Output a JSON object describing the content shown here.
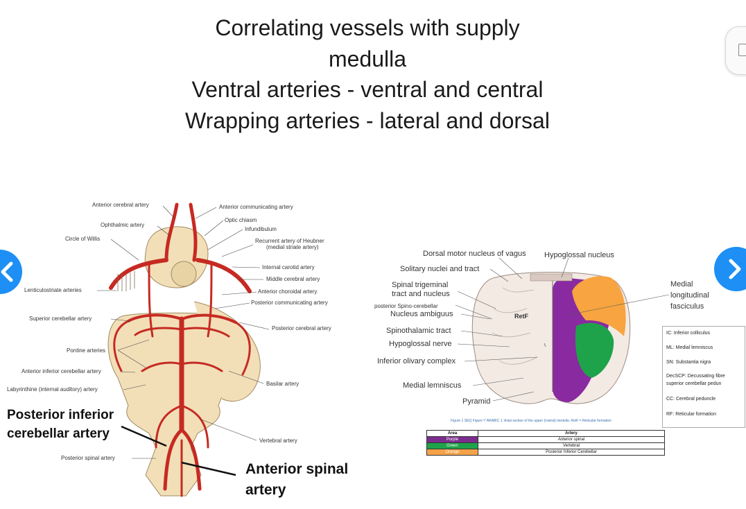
{
  "slide": {
    "title_lines": [
      "Correlating vessels with supply",
      "medulla",
      "Ventral arteries - ventral and central",
      "Wrapping arteries - lateral and dorsal"
    ]
  },
  "brain_diagram": {
    "labels": {
      "anterior_cerebral": "Anterior cerebral artery",
      "anterior_communicating": "Anterior communicating artery",
      "ophthalmic": "Ophthalmic artery",
      "optic_chiasm": "Optic chiasm",
      "infundibulum": "Infundibulum",
      "circle_of_willis": "Circle of Willis",
      "recurrent_heubner": "Recurrent artery of Heubner",
      "recurrent_heubner_sub": "(medial striate artery)",
      "internal_carotid": "Internal carotid artery",
      "middle_cerebral": "Middle cerebral artery",
      "lenticulostriate": "Lenticulostriate arteries",
      "anterior_choroidal": "Anterior choroidal artery",
      "posterior_communicating": "Posterior communicating artery",
      "superior_cerebellar": "Superior cerebellar artery",
      "posterior_cerebral": "Posterior cerebral artery",
      "pontine": "Pontine arteries",
      "anterior_inferior_cerebellar": "Anterior inferior cerebellar artery",
      "basilar": "Basilar artery",
      "labyrinthine": "Labyrinthine (internal auditory) artery",
      "vertebral": "Vertebral artery",
      "posterior_spinal": "Posterior spinal artery"
    },
    "big_labels": {
      "pica_line1": "Posterior inferior",
      "pica_line2": "cerebellar artery",
      "asa_line1": "Anterior spinal",
      "asa_line2": "artery"
    }
  },
  "medulla_diagram": {
    "labels": {
      "dorsal_motor_vagus": "Dorsal motor nucleus of vagus",
      "hypoglossal_nucleus": "Hypoglossal nucleus",
      "solitary": "Solitary nuclei and tract",
      "spinal_trigeminal_1": "Spinal trigeminal",
      "spinal_trigeminal_2": "tract and nucleus",
      "posterior_spinocerebellar": "posterior Spino-cerebellar",
      "nucleus_ambiguus": "Nucleus ambiguus",
      "spinothalamic": "Spinothalamic tract",
      "hypoglossal_nerve": "Hypoglossal nerve",
      "inferior_olivary": "Inferior olivary complex",
      "medial_lemniscus": "Medial lemniscus",
      "pyramid": "Pyramid",
      "retf": "RetF",
      "mlf_1": "Medial",
      "mlf_2": "longitudinal",
      "mlf_3": "fasciculus"
    },
    "legend": [
      "IC: Inferior colliculus",
      "ML: Medial lemniscus",
      "SN: Substantia nigra",
      "DecSCP: Decussating fibre",
      "superior cerebellar pedun",
      "CC: Cerebral peduncle",
      "RF: Reticular formation"
    ],
    "caption": "Figure 1 SEQ Figure \\* ARABIC 1: Axial section of the upper (rostral) medulla. RetF = Reticular formation",
    "table": {
      "headers": [
        "Area",
        "Artery"
      ],
      "rows": [
        {
          "area": "Purple",
          "artery": "Anterior spinal",
          "color": "#7b2d8e"
        },
        {
          "area": "Green",
          "artery": "Vertebral",
          "color": "#1ea34a"
        },
        {
          "area": "Orange",
          "artery": "Posterior Inferior Cerebellar",
          "color": "#f4a24a"
        }
      ]
    },
    "region_colors": {
      "purple": "#8a2aa0",
      "green": "#1ea34a",
      "orange": "#f7a441"
    }
  },
  "nav": {
    "prev_icon": "chevron-left-icon",
    "next_icon": "chevron-right-icon",
    "accent": "#1d8ff5"
  }
}
